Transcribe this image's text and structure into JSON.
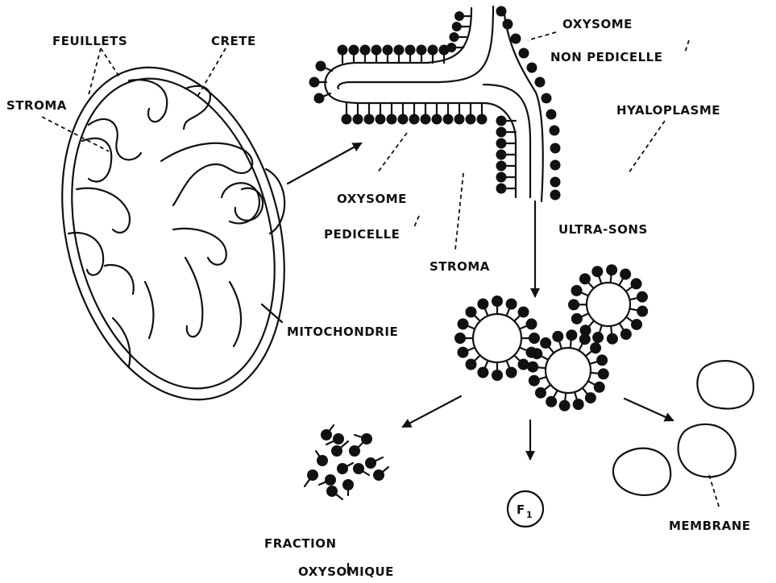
{
  "labels": {
    "feuillets": "FEUILLETS",
    "crete": "CRETE",
    "stroma_left": "STROMA",
    "oxysome_np_1": "OXYSOME",
    "oxysome_np_2": "NON PEDICELLE",
    "hyaloplasme": "HYALOPLASME",
    "oxysome_p_1": "OXYSOME",
    "oxysome_p_2": "PEDICELLE",
    "stroma_center": "STROMA",
    "ultrasons": "ULTRA-SONS",
    "mitochondrie": "MITOCHONDRIE",
    "fraction_1": "FRACTION",
    "fraction_2": "OXYSOMIQUE",
    "f1_letter": "F",
    "f1_sub": "1",
    "membrane": "MEMBRANE"
  }
}
